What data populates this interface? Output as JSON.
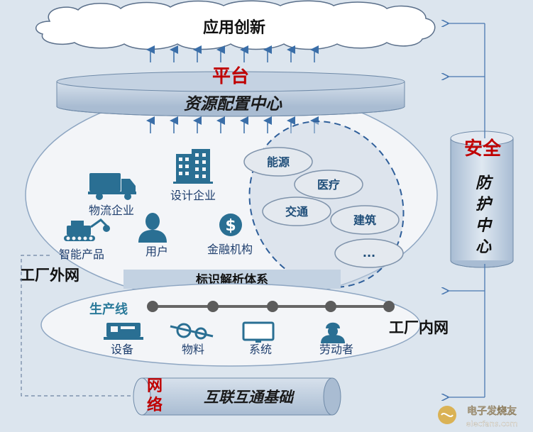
{
  "top": {
    "cloud_label": "应用创新"
  },
  "platform": {
    "title": "平台",
    "subtitle": "资源配置中心"
  },
  "security": {
    "title": "安全",
    "subtitle_chars": [
      "防",
      "护",
      "中",
      "心"
    ]
  },
  "enterprises": {
    "logistics": "物流企业",
    "design": "设计企业",
    "smart_product": "智能产品",
    "user": "用户",
    "finance": "金融机构"
  },
  "industries": [
    "能源",
    "医疗",
    "交通",
    "建筑",
    "..."
  ],
  "identity_system": "标识解析体系",
  "external_network": "工厂外网",
  "internal_network": "工厂内网",
  "production_line": {
    "title": "生产线",
    "items": [
      "设备",
      "物料",
      "系统",
      "劳动者"
    ]
  },
  "network": {
    "title_chars": [
      "网",
      "络"
    ],
    "subtitle": "互联互通基础"
  },
  "watermark": {
    "cn": "电子发烧友",
    "en": "elecfans.com"
  },
  "colors": {
    "accent_red": "#c00000",
    "blue_dark": "#1f3f6e",
    "teal_icon": "#2a7a9a",
    "ellipse_fill": "#f2f4f7",
    "cylinder_fill": "#b8c7d8"
  }
}
